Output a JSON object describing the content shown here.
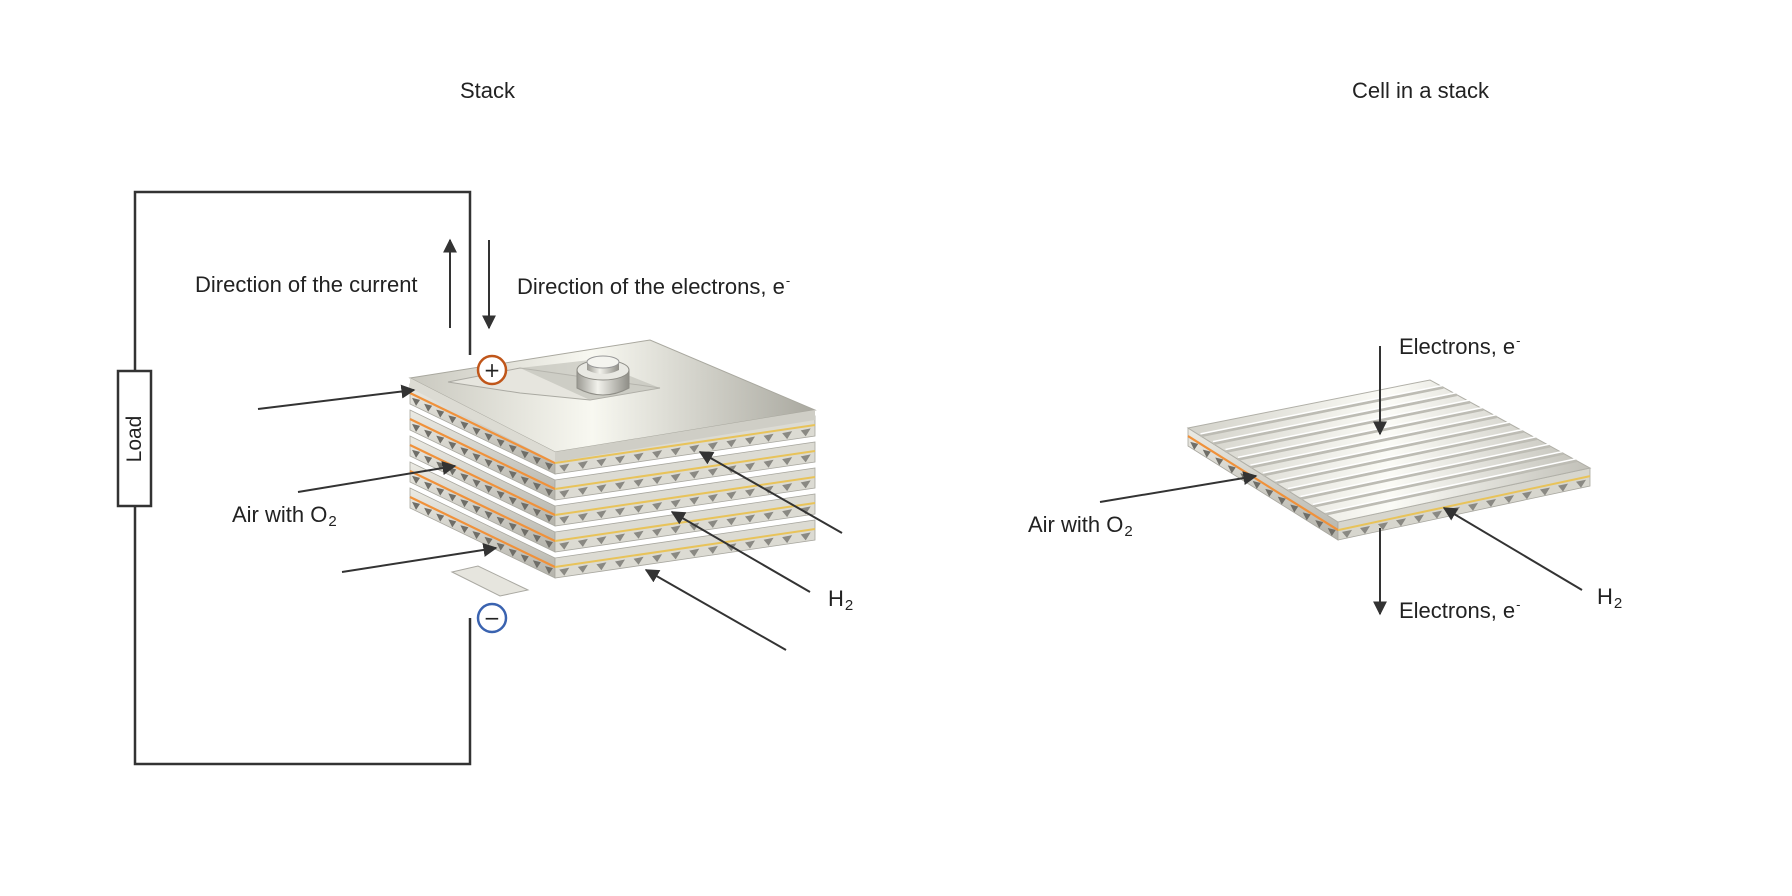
{
  "stack_panel": {
    "title": "Stack",
    "load_label": "Load",
    "current_label": "Direction of the current",
    "electrons_label": "Direction of the electrons, e",
    "electrons_sup": "-",
    "air_label": "Air with O",
    "air_sub": "2",
    "h2_label": "H",
    "h2_sub": "2",
    "plus_symbol": "+",
    "minus_symbol": "−"
  },
  "cell_panel": {
    "title": "Cell in a stack",
    "electrons_top_label": "Electrons, e",
    "electrons_top_sup": "-",
    "electrons_bottom_label": "Electrons, e",
    "electrons_bottom_sup": "-",
    "air_label": "Air with O",
    "air_sub": "2",
    "h2_label": "H",
    "h2_sub": "2"
  },
  "colors": {
    "line": "#333333",
    "plate_light": "#f2f1ea",
    "plate_dark": "#b9b8b0",
    "membrane_orange": "#f0913a",
    "membrane_yellow": "#e8c35a",
    "positive_terminal": "#c0561a",
    "negative_terminal": "#3a63b0"
  },
  "stack_layers": 5,
  "cell_channels": 12
}
